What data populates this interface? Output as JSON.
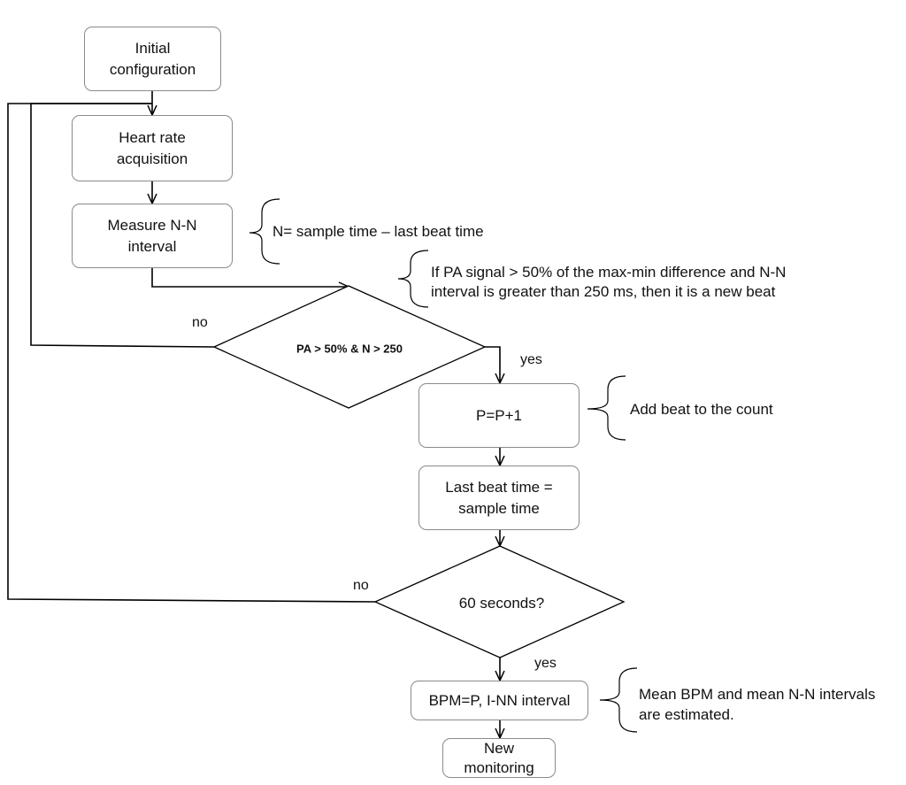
{
  "flowchart": {
    "boxes": {
      "initial_configuration": "Initial\nconfiguration",
      "heart_rate_acquisition": "Heart rate\nacquisition",
      "measure_nn_interval": "Measure N-N\ninterval",
      "increment_count": "P=P+1",
      "last_beat_time": "Last beat time =\nsample time",
      "bpm_result": "BPM=P, I-NN interval",
      "new_monitoring": "New\nmonitoring"
    },
    "decisions": {
      "beat_detection": "PA > 50% & N > 250",
      "sixty_seconds": "60 seconds?"
    },
    "branch_labels": {
      "beat_no": "no",
      "beat_yes": "yes",
      "time_no": "no",
      "time_yes": "yes"
    },
    "annotations": {
      "nn_definition": "N= sample time –  last beat time",
      "beat_rule_line1": "If  PA signal  > 50% of the max-min difference and N-N",
      "beat_rule_line2": "interval is greater than 250 ms, then it is a new beat",
      "add_beat": "Add beat to the count",
      "mean_estimate_line1": "Mean  BPM  and  mean  N-N  intervals",
      "mean_estimate_line2": "are estimated."
    }
  }
}
